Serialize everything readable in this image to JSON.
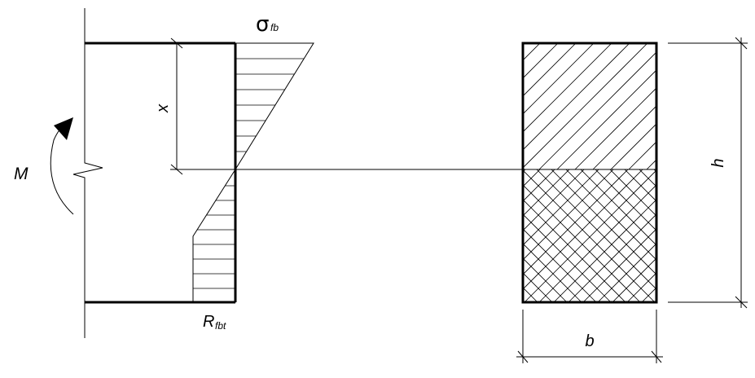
{
  "labels": {
    "sigma_symbol": "σ",
    "sigma_sub": "fb",
    "R_symbol": "R",
    "R_sub": "fbt",
    "moment": "M",
    "neutral_depth": "x",
    "height": "h",
    "width": "b"
  }
}
